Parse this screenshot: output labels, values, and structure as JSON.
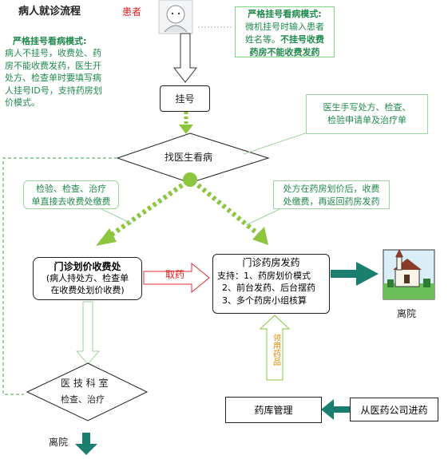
{
  "header": {
    "title": "病人就诊流程",
    "patient_label": "患者"
  },
  "left_note": {
    "heading": "严格挂号看病模式:",
    "body_lines": [
      "病人不挂号，收费处、药",
      "房不能收费发药，医生开",
      "处方、检查单时要填写病",
      "人挂号ID号，支持药房划",
      "价模式。"
    ]
  },
  "top_note": {
    "heading": "严格挂号看病模式:",
    "line1": "微机挂号时输入患者",
    "line2_plain": "姓名等。",
    "line2_bold": "不挂号收费",
    "line3": "药房不能收费发药"
  },
  "nodes": {
    "register": "挂号",
    "see_doctor": "找医生看病",
    "outpatient_pricing": {
      "title": "门诊划价收费处",
      "line1": "(病人持处方、检查单",
      "line2": "在收费处划价收费)"
    },
    "outpatient_pharmacy": {
      "title": "门诊药房发药",
      "support": "支持：1、药房划价模式",
      "item2": "2、前台发药、后台摆药",
      "item3": "3、多个药房小组核算"
    },
    "medical_tech": {
      "title": "医 技 科 室",
      "subtitle": "检查、治疗"
    },
    "warehouse": "药库管理",
    "supplier": "从医药公司进药"
  },
  "callouts": {
    "doctor_writes": [
      "医生手写处方、检查、",
      "检验申请单及治疗单"
    ],
    "direct_pay": [
      "检验、检查、治疗",
      "单直接去收费处缴费"
    ],
    "pharmacy_pricing": [
      "处方在药房划价后，收费",
      "处缴费，再返回药房发药"
    ]
  },
  "labels": {
    "get_medicine": "取药",
    "collect_medicine": "领用药品",
    "leave_hospital_right": "离院",
    "leave_hospital_bottom": "离院"
  },
  "colors": {
    "green_dotted": "#8cc63f",
    "green_text": "#1f8a4c",
    "teal_arrow": "#1a7f6e",
    "red_arrow": "#e03030",
    "red_text": "#e02020",
    "orange_text": "#e08a00"
  }
}
